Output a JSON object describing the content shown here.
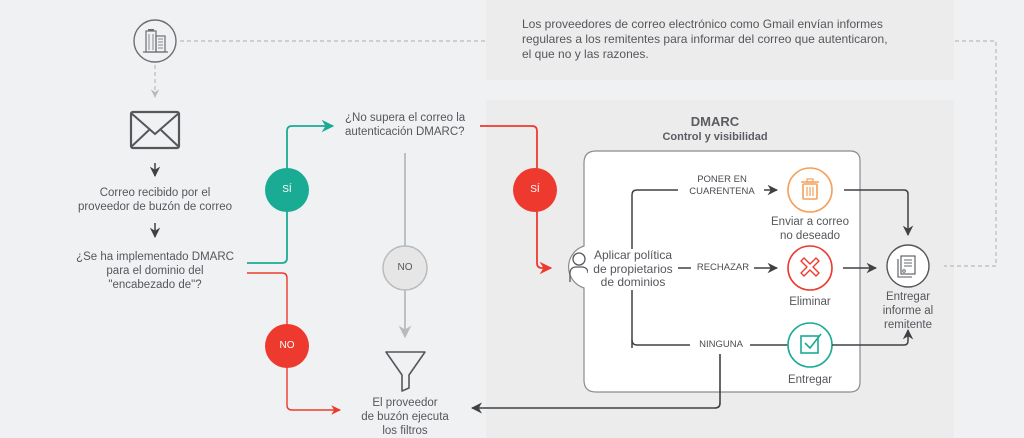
{
  "colors": {
    "background": "#f0f1f3",
    "panel": "#ececed",
    "teal": "#1aab94",
    "red": "#ee3a2e",
    "orange": "#f5a05a",
    "gray_line": "#55575c",
    "light_gray": "#b9babc"
  },
  "top_note": {
    "text_line1": "Los proveedores de correo electrónico como Gmail envían informes",
    "text_line2": "regulares a los remitentes para informar del correo que autenticaron,",
    "text_line3": "el que no y las razones."
  },
  "left_flow": {
    "provider_icon": "building-icon",
    "mail_icon": "envelope-icon",
    "received_line1": "Correo recibido por el",
    "received_line2": "proveedor de buzón de correo",
    "question_line1": "¿Se ha implementado DMARC",
    "question_line2": "para el dominio del",
    "question_line3": "\"encabezado de\"?"
  },
  "badges": {
    "yes_teal": "SÍ",
    "no_red": "NO",
    "no_gray": "NO",
    "yes_red": "SÍ"
  },
  "middle": {
    "question_line1": "¿No supera el correo la",
    "question_line2": "autenticación DMARC?",
    "filter_icon": "funnel-icon",
    "filter_line1": "El proveedor",
    "filter_line2": "de buzón ejecuta",
    "filter_line3": "los filtros"
  },
  "dmarc": {
    "title": "DMARC",
    "subtitle": "Control y visibilidad",
    "policy_icon": "person-icon",
    "policy_line1": "Aplicar política",
    "policy_line2": "de propietarios",
    "policy_line3": "de dominios",
    "options": [
      {
        "label_line1": "PONER EN",
        "label_line2": "CUARENTENA",
        "icon": "trash-icon",
        "result_line1": "Enviar a correo",
        "result_line2": "no deseado",
        "color": "#f5a05a"
      },
      {
        "label_line1": "RECHAZAR",
        "label_line2": "",
        "icon": "x-icon",
        "result_line1": "Eliminar",
        "result_line2": "",
        "color": "#ee3a2e"
      },
      {
        "label_line1": "NINGUNA",
        "label_line2": "",
        "icon": "checkbox-icon",
        "result_line1": "Entregar",
        "result_line2": "",
        "color": "#1aab94"
      }
    ]
  },
  "report": {
    "icon": "report-document-icon",
    "line1": "Entregar",
    "line2": "informe al",
    "line3": "remitente"
  }
}
